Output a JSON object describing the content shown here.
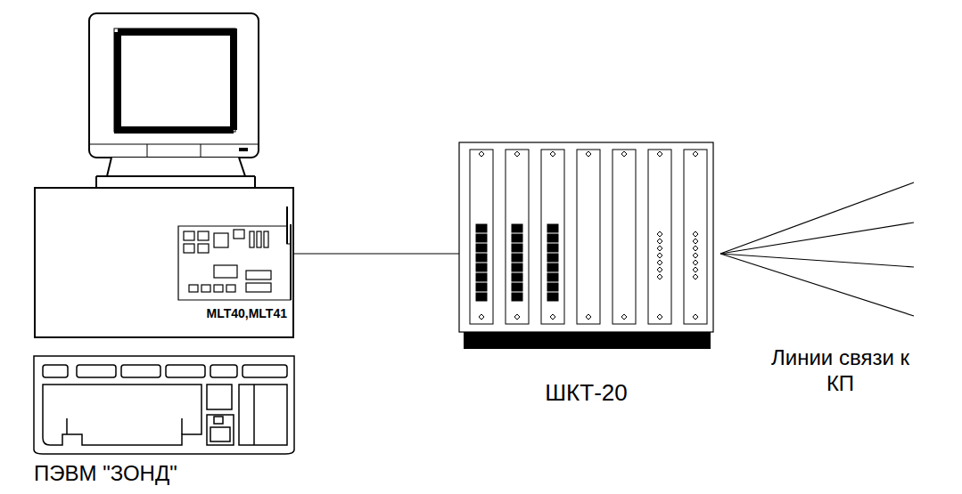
{
  "diagram": {
    "nodes": [
      {
        "text": [
          "MLT40,MLT41"
        ]
      },
      {
        "text": [
          "ШКТ-20"
        ]
      }
    ],
    "edges": [
      {
        "from": 0,
        "to": 1,
        "arrow": "none"
      }
    ],
    "labels": [
      "ПЭВМ \"ЗОНД\"",
      "Линии связи к КП"
    ]
  }
}
